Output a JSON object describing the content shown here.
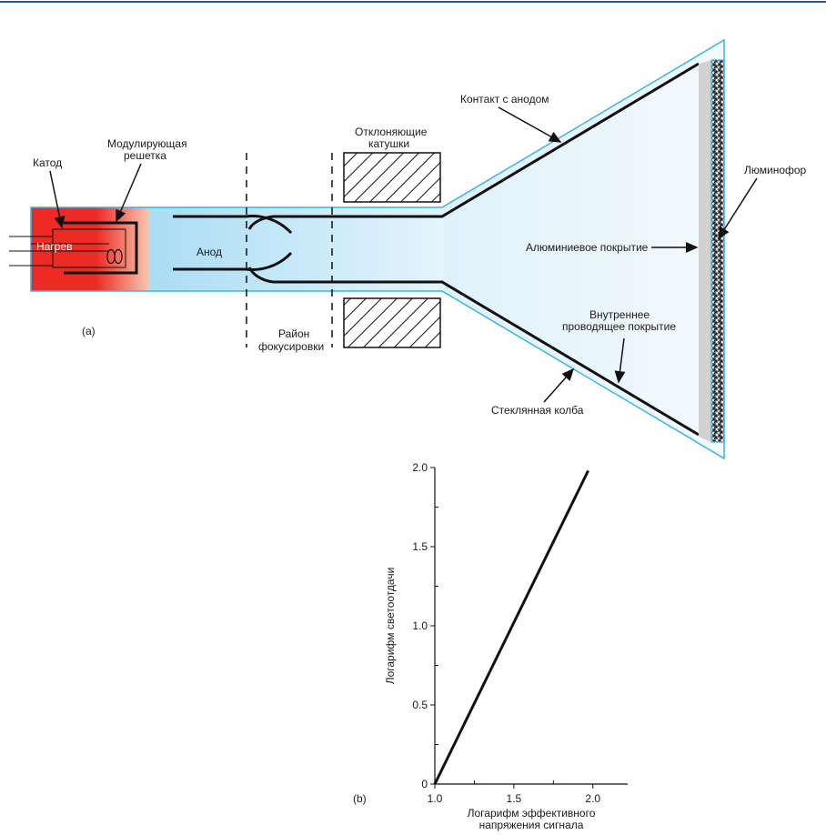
{
  "diagram": {
    "panel_label": "(a)",
    "labels": {
      "cathode": "Катод",
      "grid": [
        "Модулирующая",
        "решетка"
      ],
      "heater": "Нагрев",
      "anode": "Анод",
      "focus": [
        "Район",
        "фокусировки"
      ],
      "coils": [
        "Отклоняющие",
        "катушки"
      ],
      "anode_contact": "Контакт с анодом",
      "phosphor": "Люминофор",
      "aluminum": "Алюминиевое покрытие",
      "inner_coating": [
        "Внутреннее",
        "проводящее покрытие"
      ],
      "glass": "Стеклянная колба"
    },
    "colors": {
      "cathode_red": "#ee2a24",
      "glass_outline": "#3ab4e8",
      "tube_fill": "#d6eefa",
      "line": "#111111"
    }
  },
  "chart_data": {
    "type": "line",
    "panel_label": "(b)",
    "xlabel": [
      "Логарифм эффективного",
      "напряжения сигнала"
    ],
    "ylabel": "Логарифм светоотдачи",
    "xlim": [
      1.0,
      2.22
    ],
    "ylim": [
      0,
      2.0
    ],
    "x_ticks": [
      1.0,
      1.5,
      2.0
    ],
    "x_tick_labels": [
      "1.0",
      "1.5",
      "2.0"
    ],
    "y_ticks": [
      0,
      0.5,
      1.0,
      1.5,
      2.0
    ],
    "y_tick_labels": [
      "0",
      "0.5",
      "1.0",
      "1.5",
      "2.0"
    ],
    "grid": false,
    "series": [
      {
        "x": [
          1.0,
          1.97
        ],
        "y": [
          0.0,
          1.98
        ]
      }
    ]
  }
}
